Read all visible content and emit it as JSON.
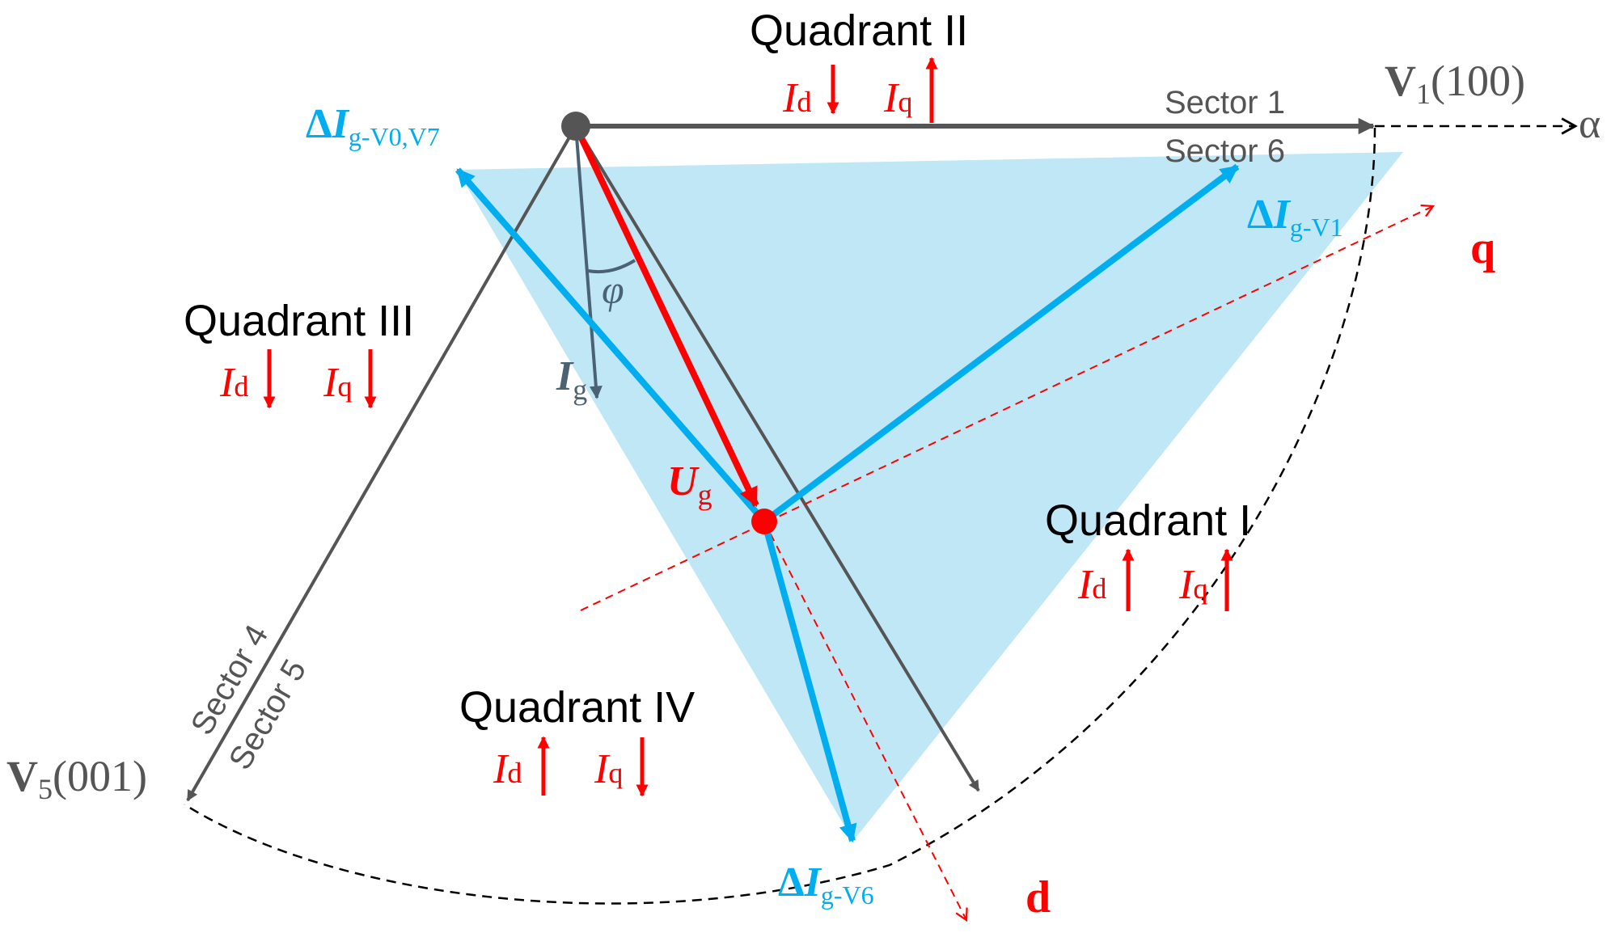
{
  "colors": {
    "background": "#ffffff",
    "triangle_fill": "#bfe7f6",
    "vector_gray": "#555555",
    "current_slate": "#4a6274",
    "voltage_red": "#ff0000",
    "delta_cyan": "#00aeef",
    "dashed_black": "#000000",
    "dashed_red": "#ff0000"
  },
  "quadrants": {
    "q1": {
      "title": "Quadrant I",
      "id_label": "I",
      "id_sub": "d",
      "id_dir": "up",
      "iq_label": "I",
      "iq_sub": "q",
      "iq_dir": "up"
    },
    "q2": {
      "title": "Quadrant II",
      "id_label": "I",
      "id_sub": "d",
      "id_dir": "down",
      "iq_label": "I",
      "iq_sub": "q",
      "iq_dir": "up"
    },
    "q3": {
      "title": "Quadrant III",
      "id_label": "I",
      "id_sub": "d",
      "id_dir": "down",
      "iq_label": "I",
      "iq_sub": "q",
      "iq_dir": "down"
    },
    "q4": {
      "title": "Quadrant IV",
      "id_label": "I",
      "id_sub": "d",
      "id_dir": "up",
      "iq_label": "I",
      "iq_sub": "q",
      "iq_dir": "down"
    }
  },
  "sectors": {
    "s1": "Sector 1",
    "s6": "Sector 6",
    "s4": "Sector 4",
    "s5": "Sector 5"
  },
  "vectors": {
    "v1": {
      "main": "V",
      "sub": "1",
      "code": "(100)"
    },
    "v5": {
      "main": "V",
      "sub": "5",
      "code": "(001)"
    }
  },
  "axes": {
    "alpha": "α",
    "d": "d",
    "q": "q"
  },
  "labels": {
    "ig": {
      "main": "I",
      "sub": "g"
    },
    "ug": {
      "main": "U",
      "sub": "g"
    },
    "phi": "φ",
    "di_v0v7": {
      "delta": "Δ",
      "main": "I",
      "sub": "g-V0,V7"
    },
    "di_v1": {
      "delta": "Δ",
      "main": "I",
      "sub": "g-V1"
    },
    "di_v6": {
      "delta": "Δ",
      "main": "I",
      "sub": "g-V6"
    }
  }
}
